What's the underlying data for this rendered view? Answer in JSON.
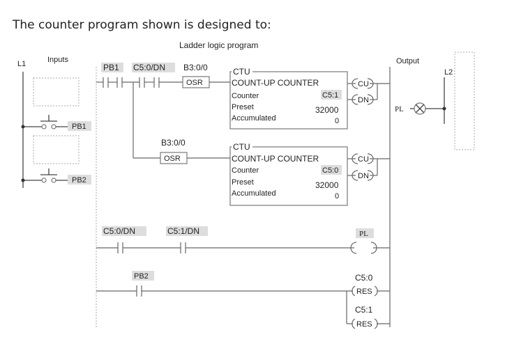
{
  "question": "The counter program shown is designed to:",
  "diagram": {
    "title": "Ladder logic program",
    "rails": {
      "left": "L1",
      "right": "L2"
    },
    "headers": {
      "inputs": "Inputs",
      "output": "Output"
    },
    "field_inputs": [
      "PB1",
      "PB2"
    ],
    "field_output": "PL",
    "rung1": {
      "contacts": [
        "PB1",
        "C5:0/DN"
      ],
      "osr": {
        "address": "B3:0/0",
        "label": "OSR"
      },
      "block": {
        "type": "CTU",
        "name": "COUNT-UP COUNTER",
        "counter_label": "Counter",
        "counter": "C5:1",
        "preset_label": "Preset",
        "preset": "32000",
        "accum_label": "Accumulated",
        "accum": "0"
      },
      "outputs": [
        "CU",
        "DN"
      ]
    },
    "rung2": {
      "osr": {
        "address": "B3:0/0",
        "label": "OSR"
      },
      "block": {
        "type": "CTU",
        "name": "COUNT-UP COUNTER",
        "counter_label": "Counter",
        "counter": "C5:0",
        "preset_label": "Preset",
        "preset": "32000",
        "accum_label": "Accumulated",
        "accum": "0"
      },
      "outputs": [
        "CU",
        "DN"
      ]
    },
    "rung3": {
      "contacts": [
        "C5:0/DN",
        "C5:1/DN"
      ],
      "output": "PL"
    },
    "rung4": {
      "contact": "PB2",
      "outputs": [
        {
          "address": "C5:0",
          "label": "RES"
        },
        {
          "address": "C5:1",
          "label": "RES"
        }
      ]
    }
  }
}
